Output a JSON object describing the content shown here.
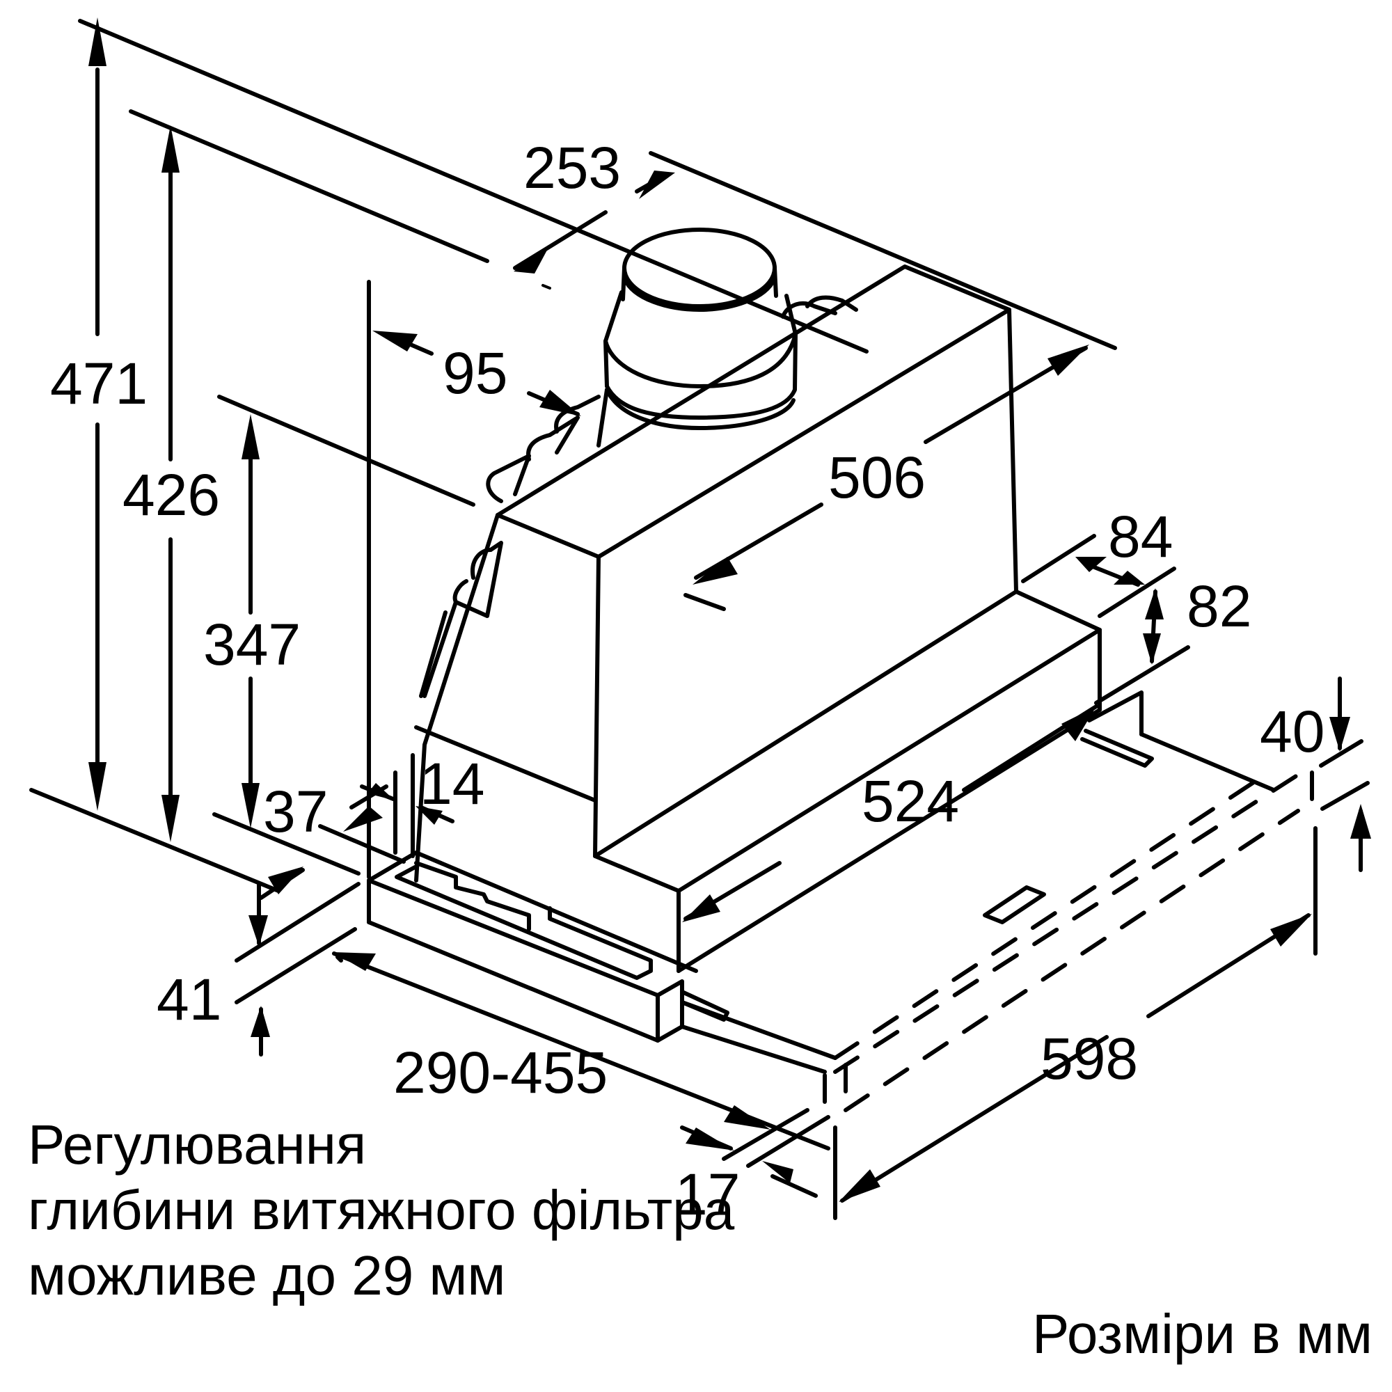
{
  "diagram": {
    "type": "isometric-dimension-drawing",
    "subject": "telescopic cooker hood",
    "line_color": "#000000",
    "background_color": "#ffffff"
  },
  "dimensions": {
    "overall_height": "471",
    "body_height": "426",
    "front_height": "347",
    "outlet_diameter": "253",
    "outlet_offset": "95",
    "body_depth": "506",
    "rear_depth": "84",
    "rear_height": "82",
    "cutout_height": "40",
    "inner_width": "524",
    "side_offset": "14",
    "front_offset": "37",
    "bottom_height": "41",
    "depth_range": "290-455",
    "panel_thickness": "17",
    "overall_width": "598"
  },
  "captions": {
    "note_line1": "Регулювання",
    "note_line2": "глибини витяжного фільтра",
    "note_line3": "можливе до 29 мм",
    "units": "Розміри в мм"
  }
}
